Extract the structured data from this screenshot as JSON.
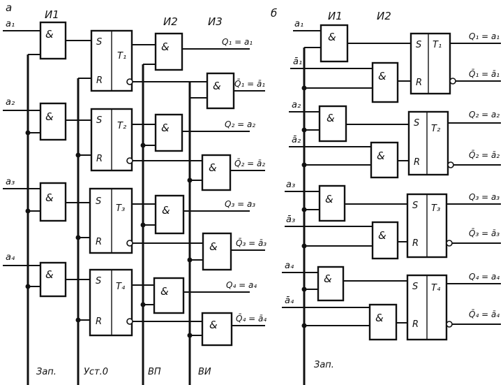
{
  "panel_a": {
    "label": "а",
    "col_labels": [
      "И1",
      "И2",
      "И3"
    ],
    "inputs": [
      "а₁",
      "а₂",
      "а₃",
      "а₄"
    ],
    "gate": "&",
    "set": "S",
    "reset": "R",
    "triggers": [
      "T₁",
      "T₂",
      "T₃",
      "T₄"
    ],
    "outputs_q": [
      "Q₁ = a₁",
      "Q₂ = a₂",
      "Q₃ = a₃",
      "Q₄ = a₄"
    ],
    "outputs_nq": [
      "Q̄₁ = ā₁",
      "Q̄₂ = ā₂",
      "Q̄₃ = ā₃",
      "Q̄₄ = ā₄"
    ],
    "bus_labels": [
      "Зап.",
      "Уст.0",
      "ВП",
      "ВИ"
    ]
  },
  "panel_b": {
    "label": "б",
    "col_labels": [
      "И1",
      "И2"
    ],
    "inputs": [
      "а₁",
      "а₂",
      "а₃",
      "а₄"
    ],
    "inputs_neg": [
      "ā₁",
      "ā₂",
      "ā₃",
      "ā₄"
    ],
    "gate": "&",
    "set": "S",
    "reset": "R",
    "triggers": [
      "T₁",
      "T₂",
      "T₃",
      "T₄"
    ],
    "outputs_q": [
      "Q₁ = a₁",
      "Q₂ = a₂",
      "Q₃ = a₃",
      "Q₄ = a₄"
    ],
    "outputs_nq": [
      "Q̄₁ = ā₁",
      "Q̄₂ = ā₂",
      "Q̄₃ = ā₃",
      "Q̄₄ = ā₄"
    ],
    "bus_labels": [
      "Зап."
    ]
  }
}
